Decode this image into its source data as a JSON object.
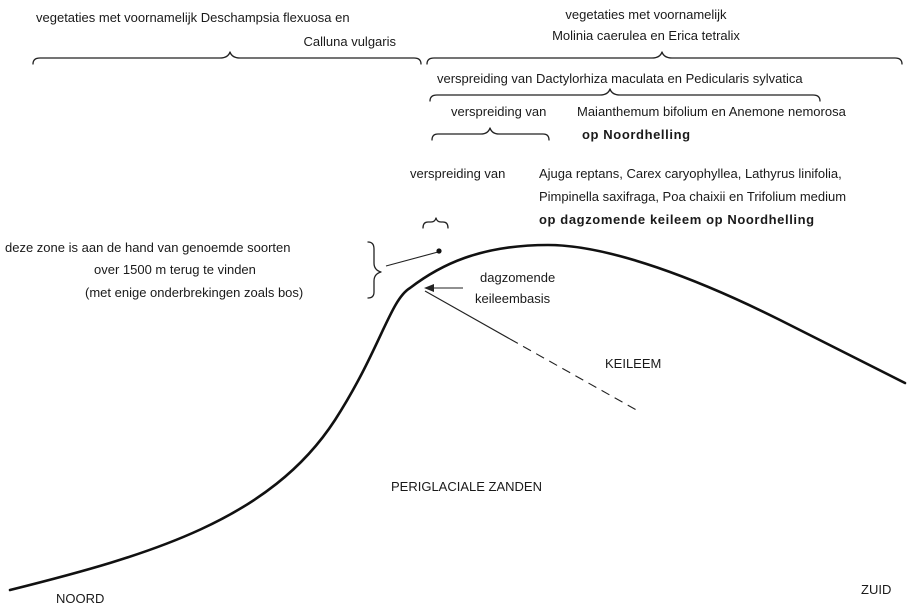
{
  "labels": {
    "group1_line1": "vegetaties met voornamelijk Deschampsia flexuosa en",
    "group1_line2": "Calluna vulgaris",
    "group2_line1": "vegetaties met voornamelijk",
    "group2_line2": "Molinia caerulea en Erica tetralix",
    "dactylorhiza": "verspreiding van Dactylorhiza maculata en Pedicularis sylvatica",
    "maianthemum_prefix": "verspreiding van",
    "maianthemum_species": "Maianthemum bifolium en Anemone  nemorosa",
    "maianthemum_location": "op  Noordhelling",
    "ajuga_prefix": "verspreiding van",
    "ajuga_line1": "Ajuga reptans, Carex caryophyllea, Lathyrus linifolia,",
    "ajuga_line2": "Pimpinella saxifraga, Poa chaixii en Trifolium medium",
    "ajuga_location": "op  dagzomende  keileem  op  Noordhelling",
    "zone_line1": "deze zone is aan de hand van genoemde soorten",
    "zone_line2": "over 1500 m terug te vinden",
    "zone_line3": "(met enige onderbrekingen zoals bos)",
    "basis_line1": "dagzomende",
    "basis_line2": "keileembasis",
    "keileem": "KEILEEM",
    "zanden": "PERIGLACIALE ZANDEN",
    "noord": "NOORD",
    "zuid": "ZUID"
  }
}
